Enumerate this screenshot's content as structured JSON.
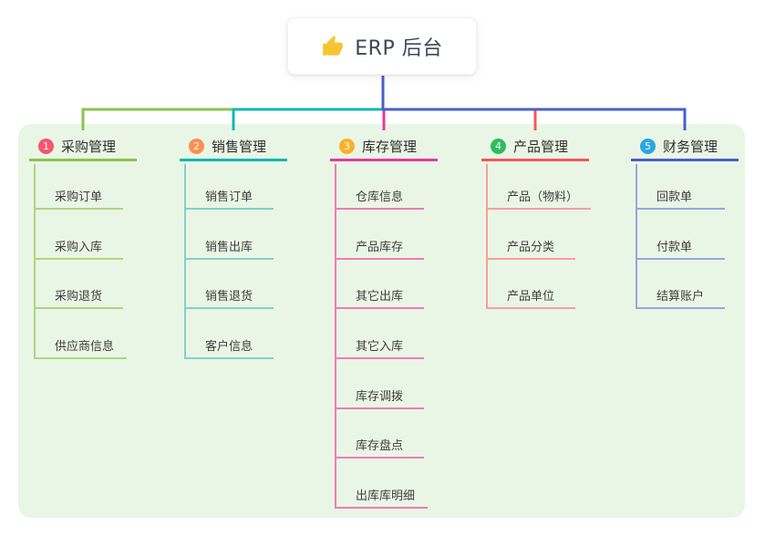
{
  "root": {
    "label": "ERP 后台",
    "icon": "thumbs-up-icon",
    "icon_color": "#f7c531"
  },
  "colors": {
    "canvas_bg": "#ffffff",
    "panel_bg": "#eaf6e5",
    "root_connector": "#4a5ec9",
    "root_text": "#3c4858"
  },
  "branches": [
    {
      "num": "1",
      "label": "采购管理",
      "badge_color": "#f4566b",
      "line_color": "#8cc152",
      "child_line_color": "#aed581",
      "children": [
        "采购订单",
        "采购入库",
        "采购退货",
        "供应商信息"
      ]
    },
    {
      "num": "2",
      "label": "销售管理",
      "badge_color": "#fd8f4e",
      "line_color": "#12b8b0",
      "child_line_color": "#7fd2cb",
      "children": [
        "销售订单",
        "销售出库",
        "销售退货",
        "客户信息"
      ]
    },
    {
      "num": "3",
      "label": "库存管理",
      "badge_color": "#fbb028",
      "line_color": "#e23a9e",
      "child_line_color": "#f07ab8",
      "children": [
        "仓库信息",
        "产品库存",
        "其它出库",
        "其它入库",
        "库存调拨",
        "库存盘点",
        "出库库明细"
      ]
    },
    {
      "num": "4",
      "label": "产品管理",
      "badge_color": "#2ebd5f",
      "line_color": "#f4565c",
      "child_line_color": "#f89d9f",
      "children": [
        "产品（物料）",
        "产品分类",
        "产品单位"
      ]
    },
    {
      "num": "5",
      "label": "财务管理",
      "badge_color": "#29a7e1",
      "line_color": "#4a5ec9",
      "child_line_color": "#93a7e0",
      "children": [
        "回款单",
        "付款单",
        "结算账户"
      ]
    }
  ]
}
